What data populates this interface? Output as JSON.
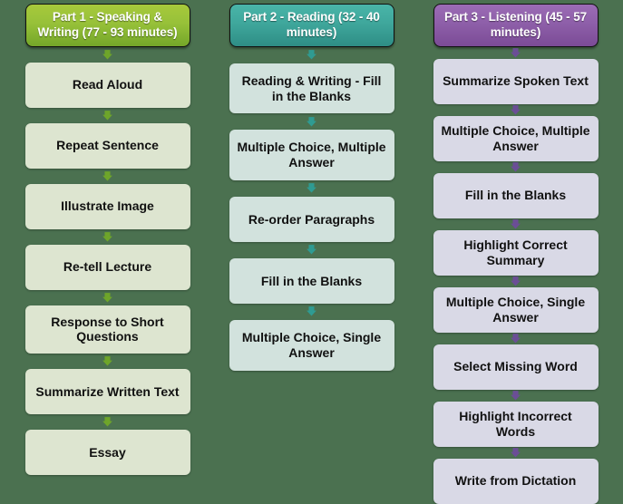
{
  "background_color": "#4b7150",
  "columns": [
    {
      "id": "part-1",
      "header": {
        "label": "Part 1 - Speaking & Writing (77 - 93 minutes)",
        "color": "#97c139"
      },
      "node_color": "#dde5d0",
      "arrow_color": "#6ea52a",
      "nodes": [
        "Read Aloud",
        "Repeat Sentence",
        "Illustrate Image",
        "Re-tell Lecture",
        "Response to Short Questions",
        "Summarize Written Text",
        "Essay"
      ]
    },
    {
      "id": "part-2",
      "header": {
        "label": "Part 2 - Reading (32 - 40 minutes)",
        "color": "#3fa79c"
      },
      "node_color": "#d2e2dd",
      "arrow_color": "#2f9b92",
      "nodes": [
        "Reading & Writing - Fill in the Blanks",
        "Multiple Choice, Multiple Answer",
        "Re-order Paragraphs",
        "Fill in the Blanks",
        "Multiple Choice, Single Answer"
      ]
    },
    {
      "id": "part-3",
      "header": {
        "label": "Part 3 - Listening (45 - 57 minutes)",
        "color": "#8e5fa9"
      },
      "node_color": "#d9d9e6",
      "arrow_color": "#6b4e96",
      "nodes": [
        "Summarize Spoken Text",
        "Multiple Choice, Multiple Answer",
        "Fill in the Blanks",
        "Highlight Correct Summary",
        "Multiple Choice, Single Answer",
        "Select Missing Word",
        "Highlight Incorrect Words",
        "Write from Dictation"
      ]
    }
  ]
}
